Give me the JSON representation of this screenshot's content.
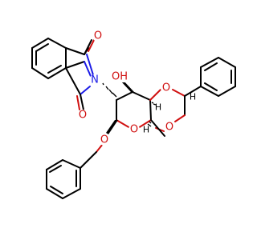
{
  "structure": {
    "atoms": {
      "carbonyl_o_top": "O",
      "carbonyl_o_bottom": "O",
      "imide_n": "N",
      "hydroxyl": "OH",
      "ring_o_acetal_right": "O",
      "ring_o_acetal_lower": "O",
      "ring_o_pyranose": "O",
      "glycosidic_o": "O",
      "stereo_h_upper": "H",
      "stereo_h_lower": "H",
      "stereo_h_acetal": "H"
    },
    "colors": {
      "oxygen": "#d01010",
      "nitrogen": "#1a1ae6",
      "carbon": "#000000"
    }
  }
}
